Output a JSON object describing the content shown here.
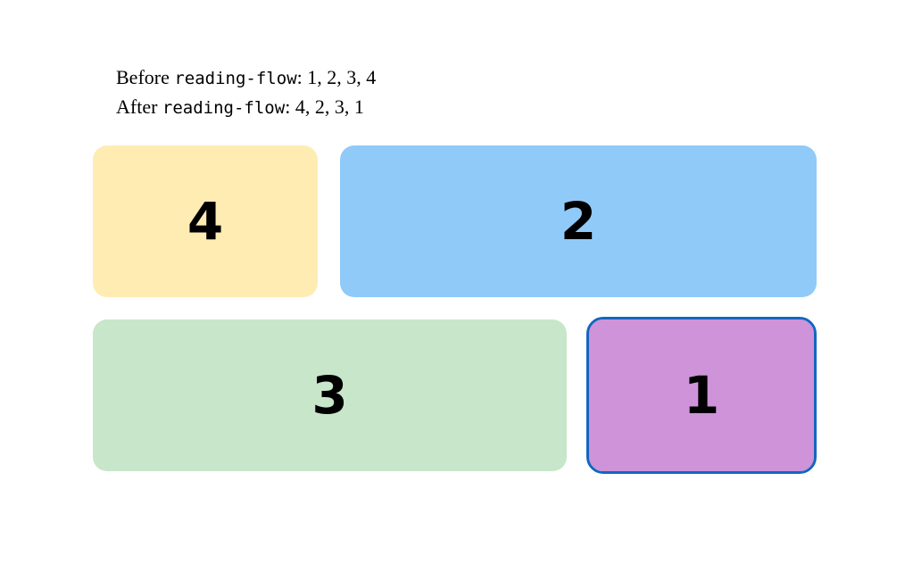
{
  "caption": {
    "line1": {
      "prefix": "Before ",
      "code": "reading-flow",
      "suffix": ": 1, 2, 3, 4"
    },
    "line2": {
      "prefix": "After ",
      "code": "reading-flow",
      "suffix": ": 4, 2, 3, 1"
    }
  },
  "boxes": [
    {
      "label": "4",
      "color": "#FFECB3",
      "focused": false
    },
    {
      "label": "2",
      "color": "#90CAF9",
      "focused": false
    },
    {
      "label": "3",
      "color": "#C8E6C9",
      "focused": false
    },
    {
      "label": "1",
      "color": "#CE93D8",
      "focused": true
    }
  ],
  "colors": {
    "text": "#000000",
    "focus_ring": "#1565C0",
    "background": "#FFFFFF"
  }
}
